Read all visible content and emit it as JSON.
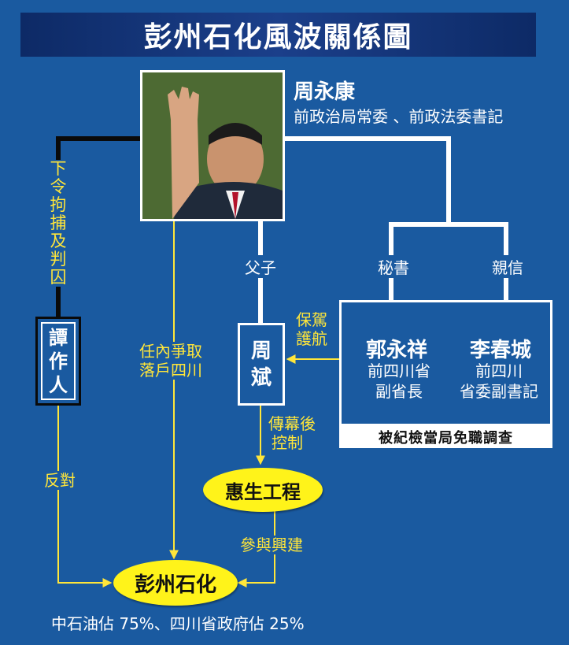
{
  "title": "彭州石化風波關係圖",
  "center": {
    "name": "周永康",
    "role": "前政治局常委 、前政法委書記"
  },
  "tan": {
    "chars": [
      "譚",
      "作",
      "人"
    ]
  },
  "tan_relation": [
    "下",
    "令",
    "拘",
    "捕",
    "及",
    "判",
    "囚"
  ],
  "oppose_label": "反對",
  "zhoubin": {
    "chars": [
      "周",
      "斌"
    ]
  },
  "father_son_label": "父子",
  "intervene_label": [
    "任內爭取",
    "落戶四川"
  ],
  "escort_label": [
    "保駕",
    "護航"
  ],
  "control_label": [
    "傳幕後",
    "控制"
  ],
  "secretary_label": "秘書",
  "confidant_label": "親信",
  "guo": {
    "name": "郭永祥",
    "role": [
      "前四川省",
      "副省長"
    ]
  },
  "li": {
    "name": "李春城",
    "role": [
      "前四川",
      "省委副書記"
    ]
  },
  "status_label": "被紀檢當局免職調查",
  "huisheng": "惠生工程",
  "participate_label": "參與興建",
  "pengzhou": "彭州石化",
  "ownership": "中石油佔 75%、四川省政府佔 25%",
  "colors": {
    "background": "#1a5aa0",
    "yellow": "#ffe63a",
    "ellipse": "#fff31a",
    "title_bg": "#0d2a66"
  }
}
